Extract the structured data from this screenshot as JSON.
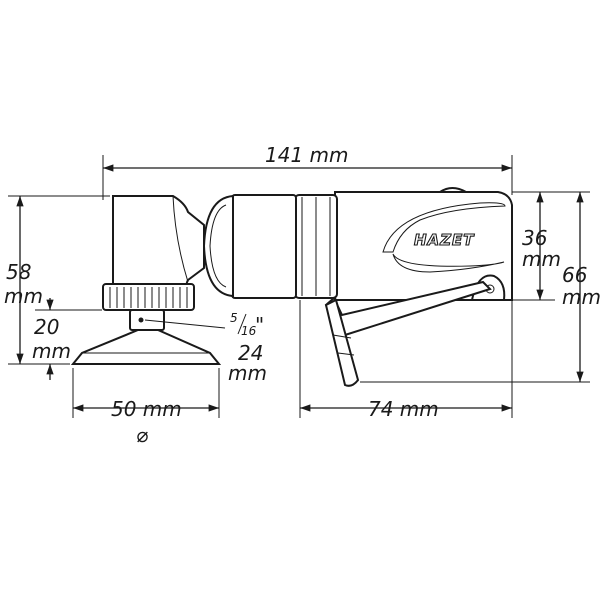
{
  "dimensions": {
    "overall_length": "141 mm",
    "motor_height_value": "36",
    "motor_height_unit": "mm",
    "total_height_value": "66",
    "total_height_unit": "mm",
    "head_height_value": "58",
    "head_height_unit": "mm",
    "pad_height_value": "20",
    "pad_height_unit": "mm",
    "thread_numerator": "5",
    "thread_denominator": "16",
    "thread_inch_mark": "\"",
    "spindle_value": "24",
    "spindle_unit": "mm",
    "pad_diameter": "50 mm",
    "diameter_symbol": "⌀",
    "lever_length": "74 mm"
  },
  "brand": {
    "logo_text": "HAZET"
  }
}
